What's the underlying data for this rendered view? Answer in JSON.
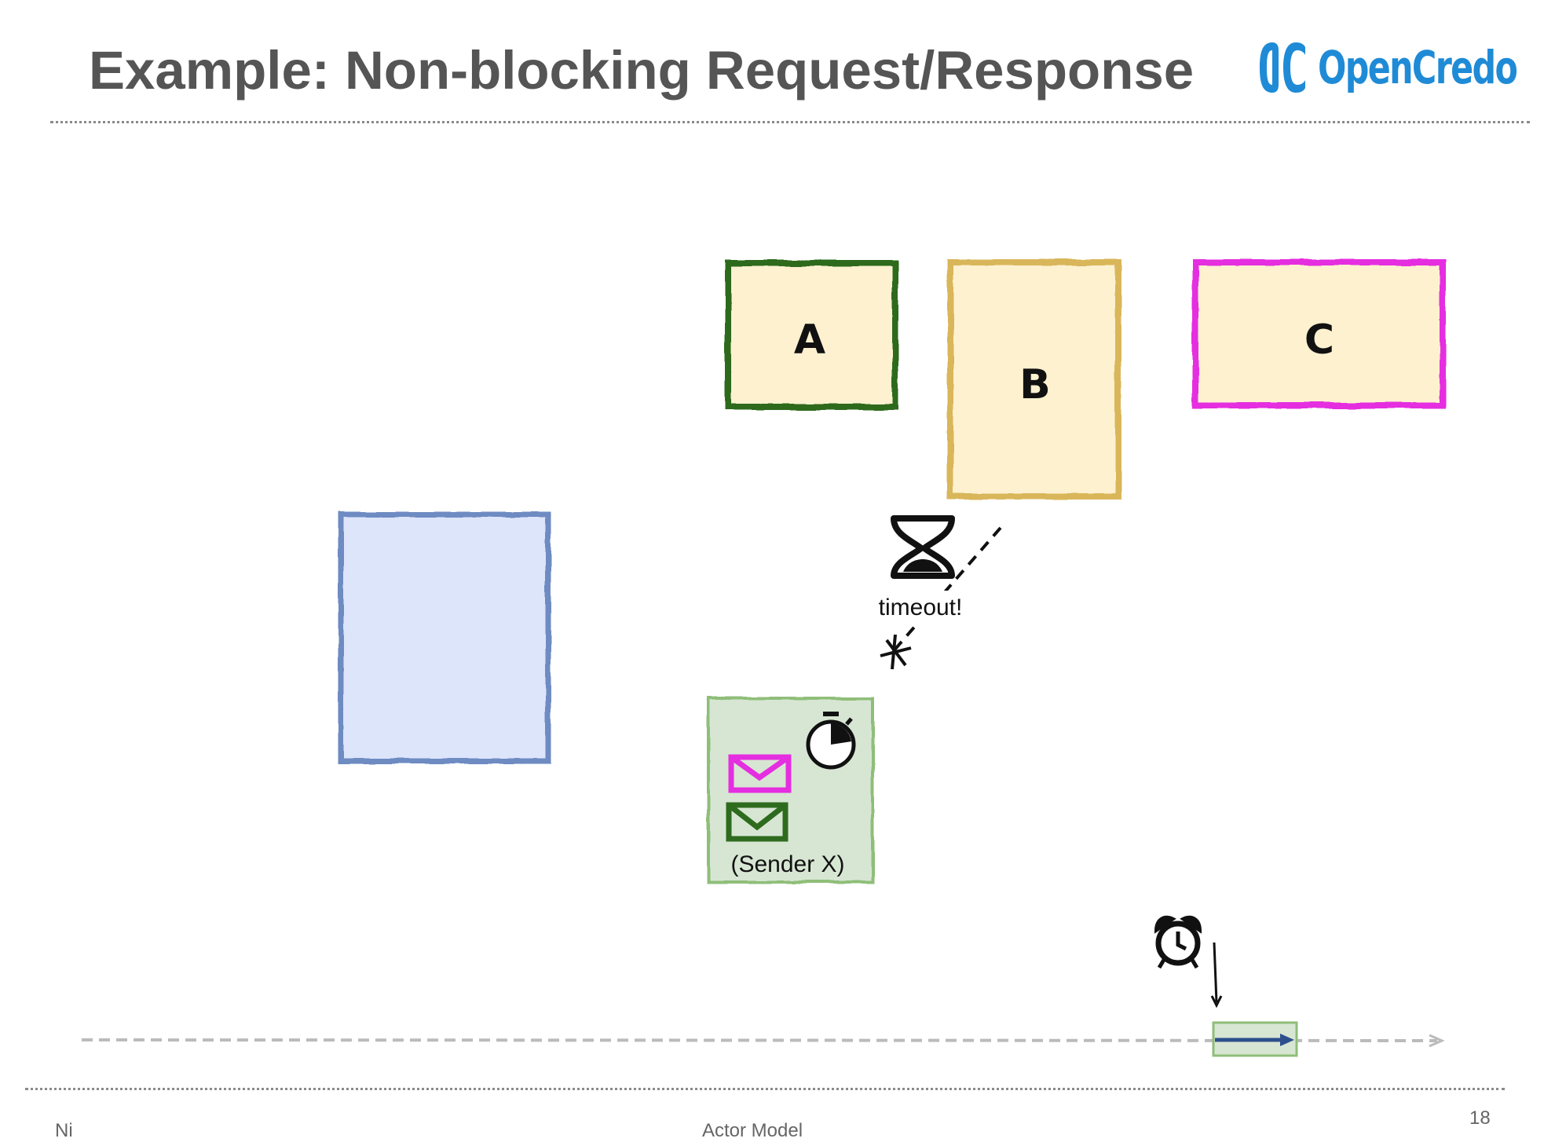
{
  "slide": {
    "title": "Example: Non-blocking Request/Response",
    "page_number": "18"
  },
  "logo": {
    "text": "OpenCredo",
    "color": "#1f8bd6"
  },
  "footer": {
    "left": "Ni",
    "center": "Actor Model"
  },
  "diagram": {
    "actors": [
      {
        "label": "A",
        "border_color": "#2e6b1e",
        "fill": "#fdf1cf"
      },
      {
        "label": "B",
        "border_color": "#d9b65a",
        "fill": "#fdf1cf"
      },
      {
        "label": "C",
        "border_color": "#e52ee0",
        "fill": "#fdf1cf"
      },
      {
        "label": "",
        "border_color": "#6e8bc2",
        "fill": "#dde5fb"
      }
    ],
    "timeout_label": "timeout!",
    "temp_actor": {
      "label": "(Sender X)",
      "border_color": "#8fbe79",
      "fill": "#d7e6d3",
      "messages": [
        {
          "icon": "envelope-icon",
          "color": "#e52ee0"
        },
        {
          "icon": "envelope-icon",
          "color": "#2e6b1e"
        }
      ]
    },
    "timeline": {
      "alarm_icon": "alarm-clock-icon"
    }
  }
}
